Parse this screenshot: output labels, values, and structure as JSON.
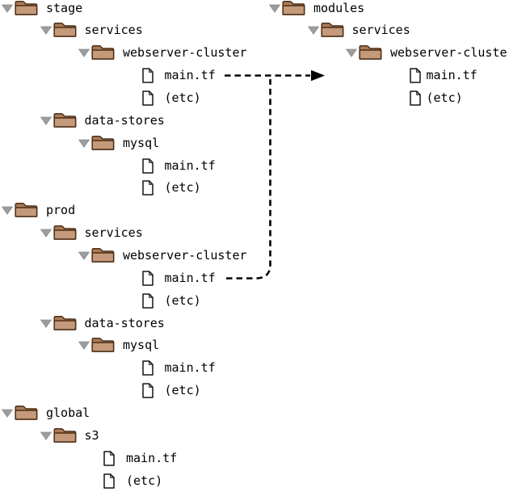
{
  "page": {
    "background": "#ffffff"
  },
  "colors": {
    "folder_body": "#c49a7b",
    "folder_tab": "#aa7c58",
    "folder_outline": "#4d2e16",
    "triangle": "#9d9d9d",
    "arrow": "#000000",
    "text": "#000000"
  },
  "trees": {
    "left": {
      "rows": [
        {
          "label": "stage",
          "type": "folder",
          "level": 0
        },
        {
          "label": "services",
          "type": "folder",
          "level": 1
        },
        {
          "label": "webserver-cluster",
          "type": "folder",
          "level": 2
        },
        {
          "label": "main.tf",
          "type": "file",
          "level": 3
        },
        {
          "label": "(etc)",
          "type": "file",
          "level": 3
        },
        {
          "label": "data-stores",
          "type": "folder",
          "level": 1
        },
        {
          "label": "mysql",
          "type": "folder",
          "level": 2
        },
        {
          "label": "main.tf",
          "type": "file",
          "level": 3
        },
        {
          "label": "(etc)",
          "type": "file",
          "level": 3
        },
        {
          "label": "prod",
          "type": "folder",
          "level": 0
        },
        {
          "label": "services",
          "type": "folder",
          "level": 1
        },
        {
          "label": "webserver-cluster",
          "type": "folder",
          "level": 2
        },
        {
          "label": "main.tf",
          "type": "file",
          "level": 3
        },
        {
          "label": "(etc)",
          "type": "file",
          "level": 3
        },
        {
          "label": "data-stores",
          "type": "folder",
          "level": 1
        },
        {
          "label": "mysql",
          "type": "folder",
          "level": 2
        },
        {
          "label": "main.tf",
          "type": "file",
          "level": 3
        },
        {
          "label": "(etc)",
          "type": "file",
          "level": 3
        },
        {
          "label": "global",
          "type": "folder",
          "level": 0
        },
        {
          "label": "s3",
          "type": "folder",
          "level": 1
        },
        {
          "label": "main.tf",
          "type": "file",
          "level": 2
        },
        {
          "label": "(etc)",
          "type": "file",
          "level": 2
        }
      ]
    },
    "right": {
      "rows": [
        {
          "label": "modules",
          "type": "folder",
          "level": 0
        },
        {
          "label": "services",
          "type": "folder",
          "level": 1
        },
        {
          "label": "webserver-cluster",
          "type": "folder",
          "level": 2
        },
        {
          "label": "main.tf",
          "type": "file",
          "level": 3
        },
        {
          "label": "(etc)",
          "type": "file",
          "level": 3
        }
      ]
    }
  },
  "arrows": {
    "stage_to_modules": {
      "style": "dashed",
      "direction": "right",
      "from": "stage/services/webserver-cluster/main.tf",
      "to": "modules tree"
    },
    "prod_join": {
      "style": "dashed",
      "direction": "up",
      "from": "prod/services/webserver-cluster/main.tf",
      "to": "stage-to-modules arrow"
    }
  }
}
